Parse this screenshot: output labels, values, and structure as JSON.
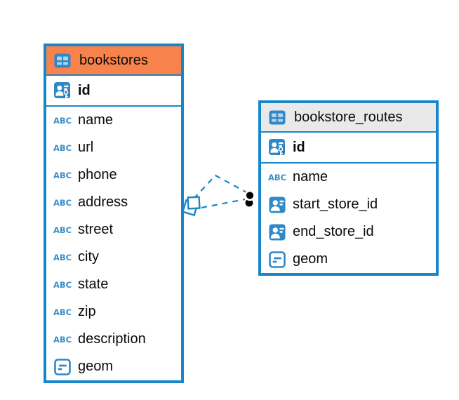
{
  "colors": {
    "table_border": "#1787c9",
    "header_orange": "#f7824c",
    "header_gray": "#e9e9e9",
    "icon_blue": "#2f88c7",
    "icon_cell_light_blue": "#aed4ee",
    "abc_text_blue": "#3e8ec6",
    "relation_line_blue": "#1787c9",
    "text_black": "#0b0b0b"
  },
  "icons": {
    "abc_label": "ABC"
  },
  "tables": [
    {
      "title": "bookstores",
      "header_style": "orange",
      "key_columns": [
        {
          "name": "id",
          "icon": "pk-icon"
        }
      ],
      "columns": [
        {
          "name": "name",
          "icon": "abc-icon"
        },
        {
          "name": "url",
          "icon": "abc-icon"
        },
        {
          "name": "phone",
          "icon": "abc-icon"
        },
        {
          "name": "address",
          "icon": "abc-icon"
        },
        {
          "name": "street",
          "icon": "abc-icon"
        },
        {
          "name": "city",
          "icon": "abc-icon"
        },
        {
          "name": "state",
          "icon": "abc-icon"
        },
        {
          "name": "zip",
          "icon": "abc-icon"
        },
        {
          "name": "description",
          "icon": "abc-icon"
        },
        {
          "name": "geom",
          "icon": "geometry-icon"
        }
      ]
    },
    {
      "title": "bookstore_routes",
      "header_style": "gray",
      "key_columns": [
        {
          "name": "id",
          "icon": "pk-icon"
        }
      ],
      "columns": [
        {
          "name": "name",
          "icon": "abc-icon"
        },
        {
          "name": "start_store_id",
          "icon": "fk-icon"
        },
        {
          "name": "end_store_id",
          "icon": "fk-icon"
        },
        {
          "name": "geom",
          "icon": "geometry-icon"
        }
      ]
    }
  ],
  "relation": {
    "from_table": "bookstores",
    "to_table": "bookstore_routes",
    "line_style": "dashed",
    "line_count": 2
  }
}
